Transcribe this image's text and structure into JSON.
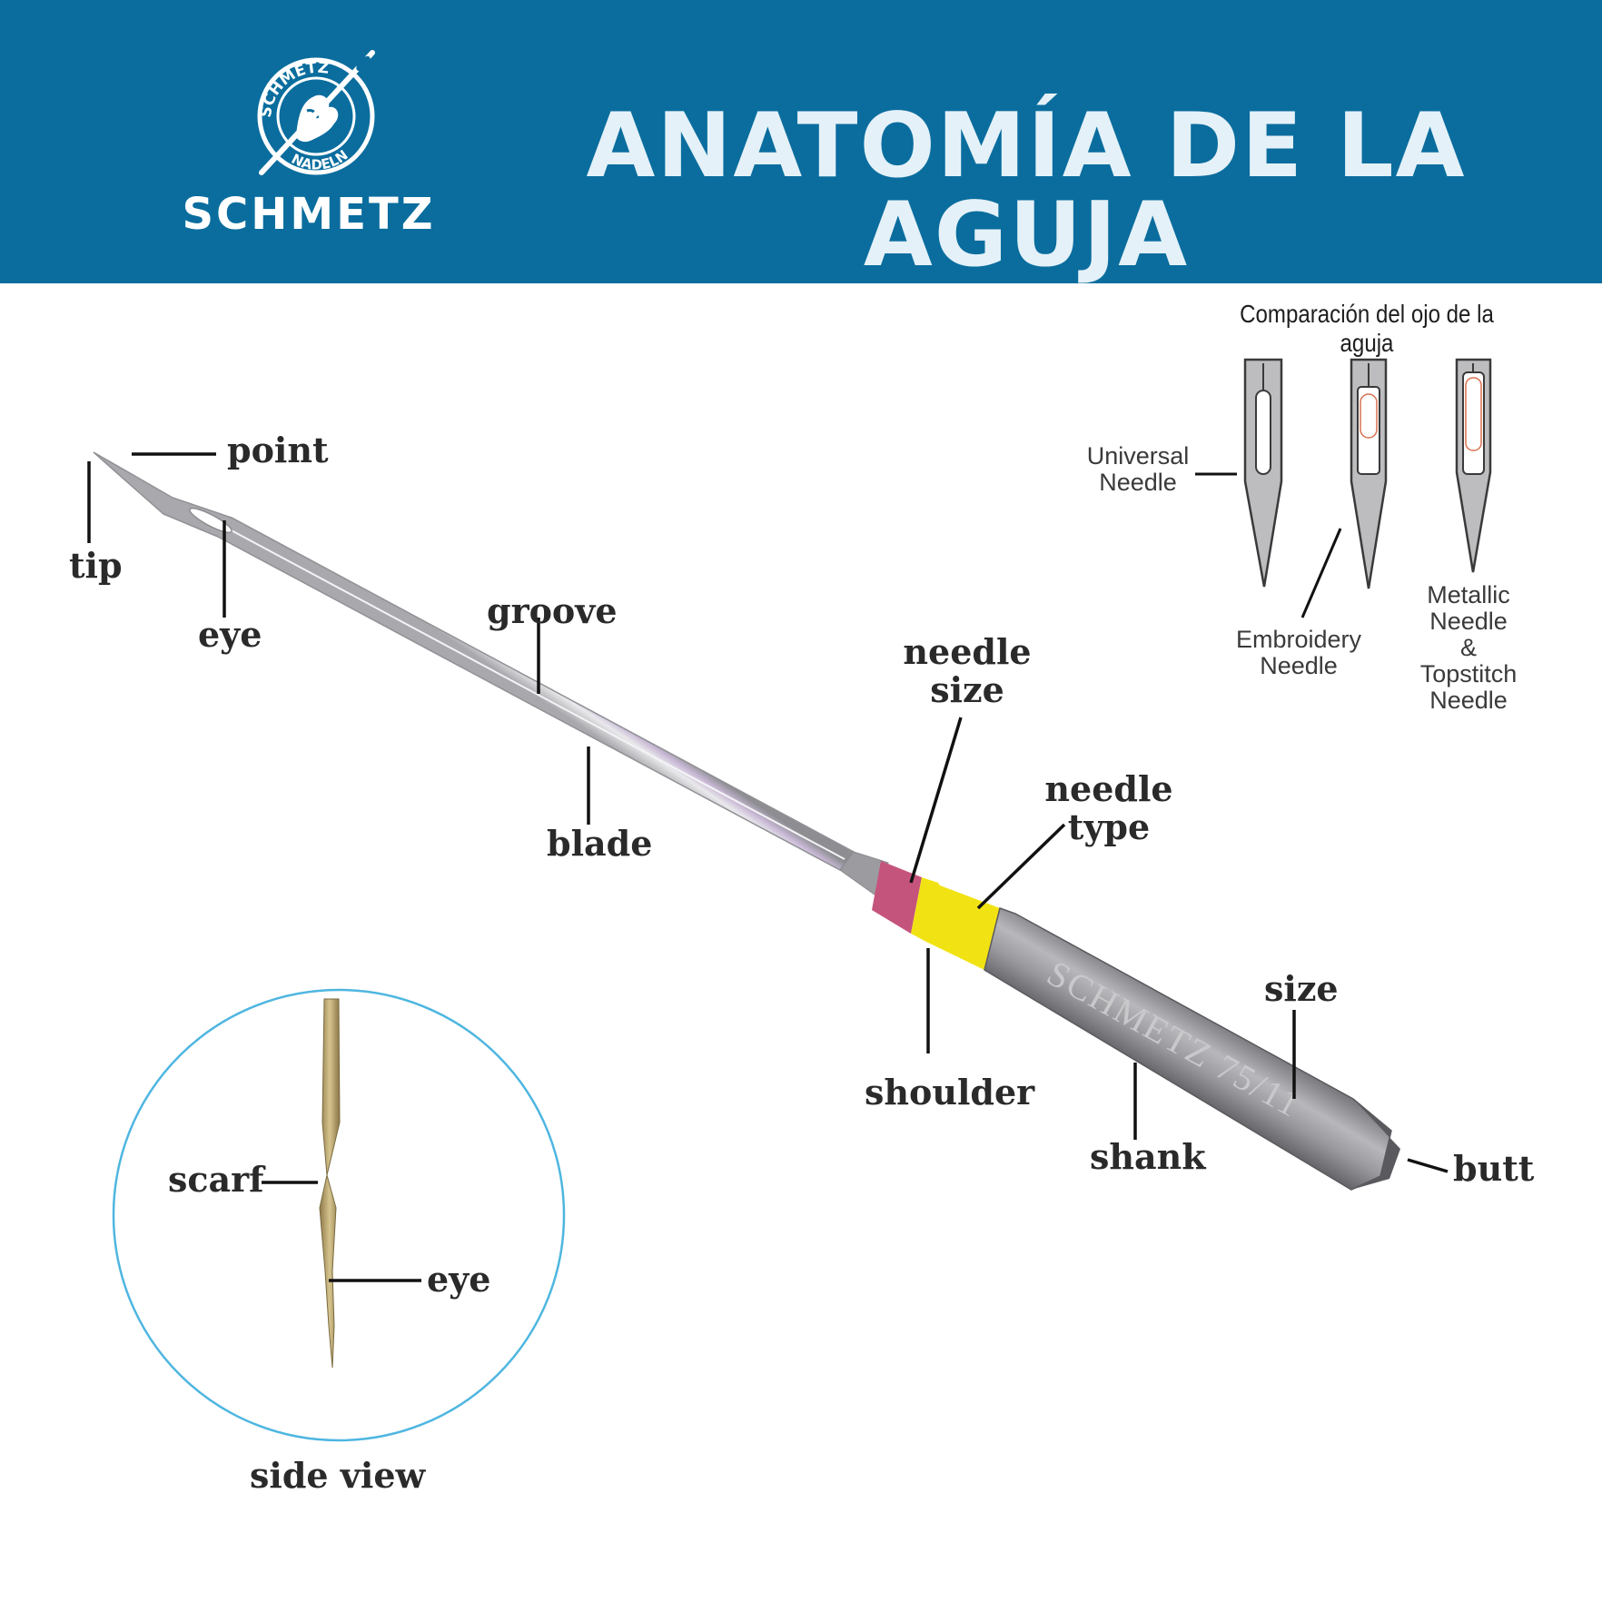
{
  "brand": {
    "name": "SCHMETZ",
    "seal_text_top": "SCHMETZ",
    "seal_text_bottom": "NADELN",
    "header_color": "#0a6d9e"
  },
  "title": "ANATOMÍA DE LA AGUJA",
  "labels": {
    "point": "point",
    "tip": "tip",
    "eye": "eye",
    "groove": "groove",
    "blade": "blade",
    "needle_size_1": "needle",
    "needle_size_2": "size",
    "needle_type_1": "needle",
    "needle_type_2": "type",
    "shoulder": "shoulder",
    "shank": "shank",
    "size": "size",
    "butt": "butt",
    "shank_engraving": "SCHMETZ 75/11"
  },
  "side_view": {
    "scarf": "scarf",
    "eye": "eye",
    "caption": "side view"
  },
  "eye_comparison": {
    "title": "Comparación del ojo de la aguja",
    "universal": [
      "Universal",
      "Needle"
    ],
    "embroidery": [
      "Embroidery",
      "Needle"
    ],
    "metallic": [
      "Metallic",
      "Needle",
      "&",
      "Topstitch",
      "Needle"
    ]
  },
  "colors": {
    "size_band": "#c5547c",
    "type_band": "#f1e313",
    "circle": "#4eb6e0",
    "eye_highlight": "#d9714f"
  }
}
